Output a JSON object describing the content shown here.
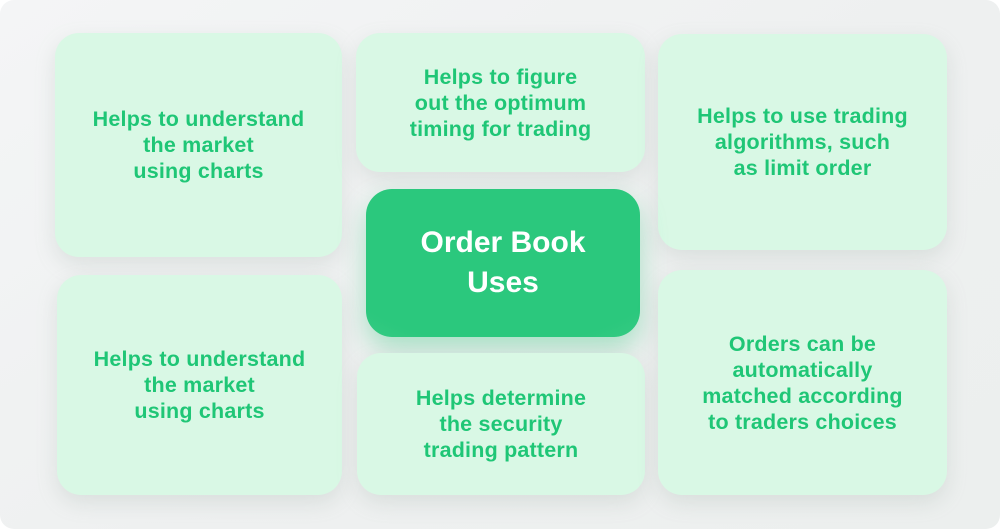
{
  "diagram": {
    "center": {
      "label": "Order Book\nUses"
    },
    "cards": [
      {
        "id": "top-left",
        "text": "Helps to understand\nthe market\nusing charts"
      },
      {
        "id": "top-middle",
        "text": "Helps to figure\nout the optimum\ntiming for trading"
      },
      {
        "id": "top-right",
        "text": "Helps to use trading\nalgorithms, such\nas limit order"
      },
      {
        "id": "bottom-left",
        "text": "Helps to understand\nthe market\nusing charts"
      },
      {
        "id": "bottom-middle",
        "text": "Helps determine\nthe security\ntrading pattern"
      },
      {
        "id": "bottom-right",
        "text": "Orders can be\nautomatically\nmatched according\nto traders choices"
      }
    ],
    "colors": {
      "card_bg": "#d9f8e5",
      "text_green": "#1fc676",
      "center_bg_core": "#2bc87d",
      "center_bg_edge": "#52d294",
      "center_text": "#ffffff",
      "page_bg": "#f1f2f3"
    }
  }
}
